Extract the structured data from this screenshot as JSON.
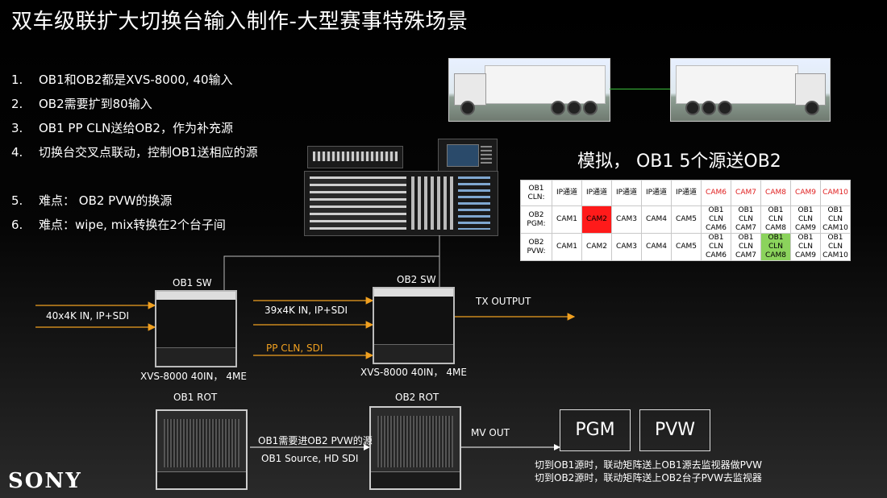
{
  "title": "双车级联扩大切换台输入制作-大型赛事特殊场景",
  "points": [
    {
      "num": "1.",
      "text": "OB1和OB2都是XVS-8000, 40输入"
    },
    {
      "num": "2.",
      "text": "OB2需要扩到80输入"
    },
    {
      "num": "3.",
      "text": "OB1 PP CLN送给OB2，作为补充源"
    },
    {
      "num": "4.",
      "text": "切换台交叉点联动，控制OB1送相应的源"
    },
    {
      "num": "5.",
      "text": "难点： OB2 PVW的换源"
    },
    {
      "num": "6.",
      "text": "难点：wipe, mix转换在2个台子间"
    }
  ],
  "simulation": {
    "title": "模拟， OB1 5个源送OB2",
    "rows": [
      {
        "label": "OB1 CLN:",
        "cells": [
          "IP通道",
          "IP通道",
          "IP通道",
          "IP通道",
          "IP通道",
          "CAM6",
          "CAM7",
          "CAM8",
          "CAM9",
          "CAM10"
        ]
      },
      {
        "label": "OB2 PGM:",
        "cells": [
          "CAM1",
          "CAM2",
          "CAM3",
          "CAM4",
          "CAM5",
          "OB1 CLN CAM6",
          "OB1 CLN CAM7",
          "OB1 CLN CAM8",
          "OB1 CLN CAM9",
          "OB1 CLN CAM10"
        ]
      },
      {
        "label": "OB2 PVW:",
        "cells": [
          "CAM1",
          "CAM2",
          "CAM3",
          "CAM4",
          "CAM5",
          "OB1 CLN CAM6",
          "OB1 CLN CAM7",
          "OB1 CLN CAM8",
          "OB1 CLN CAM9",
          "OB1 CLN CAM10"
        ]
      }
    ],
    "colors": {
      "red_text": "#e02020",
      "red_fill": "#ff1a1a",
      "green_fill": "#8bd35c"
    }
  },
  "diagram": {
    "ob1_sw": "OB1 SW",
    "ob2_sw": "OB2 SW",
    "input_label": "40x4K IN, IP+SDI",
    "link_label": "39x4K IN, IP+SDI",
    "pp_label": "PP CLN, SDI",
    "tx_label": "TX OUTPUT",
    "ob1_model": "XVS-8000 40IN， 4ME",
    "ob2_model": "XVS-8000 40IN， 4ME",
    "ob1_rot": "OB1 ROT",
    "ob2_rot": "OB2 ROT",
    "rot_link_label1": "OB1需要进OB2 PVW的源",
    "rot_link_label2": "OB1 Source, HD SDI",
    "mv_out": "MV OUT",
    "pgm": "PGM",
    "pvw": "PVW",
    "note1": "切到OB1源时，联动矩阵送上OB1源去监视器做PVW",
    "note2": "切到OB2源时，联动矩阵送上OB2台子PVW去监视器",
    "arrow_color": "#f0a020"
  },
  "logo": "SONY"
}
